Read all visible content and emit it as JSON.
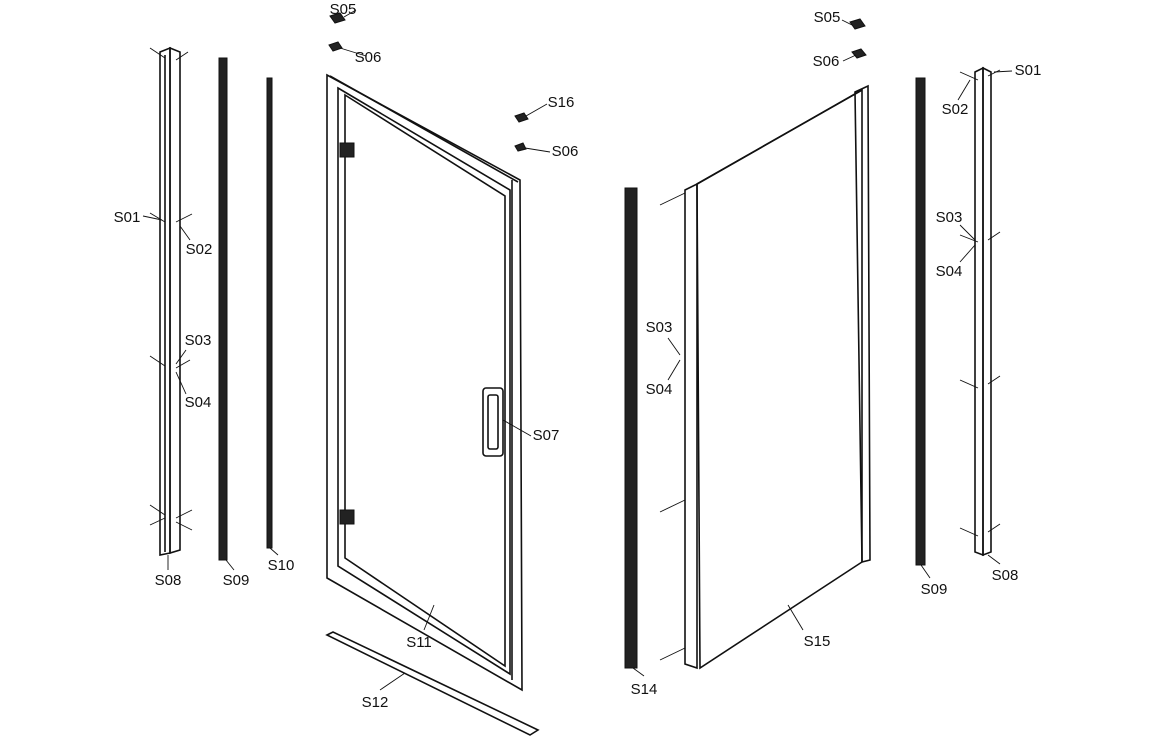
{
  "diagram": {
    "title": "Shower door exploded parts diagram",
    "labels": {
      "door_s05": "S05",
      "door_s06": "S06",
      "door_s16": "S16",
      "door_s06b": "S06",
      "door_s07": "S07",
      "left_s01": "S01",
      "left_s02": "S02",
      "left_s03": "S03",
      "left_s04": "S04",
      "left_s08": "S08",
      "left_s09": "S09",
      "left_s10": "S10",
      "door_s11": "S11",
      "door_s12": "S12",
      "mid_s14": "S14",
      "mid_s03": "S03",
      "mid_s04": "S04",
      "panel_s15": "S15",
      "panel_s05": "S05",
      "panel_s06": "S06",
      "right_s01": "S01",
      "right_s02": "S02",
      "right_s03": "S03",
      "right_s04": "S04",
      "right_s09": "S09",
      "right_s08": "S08"
    }
  }
}
